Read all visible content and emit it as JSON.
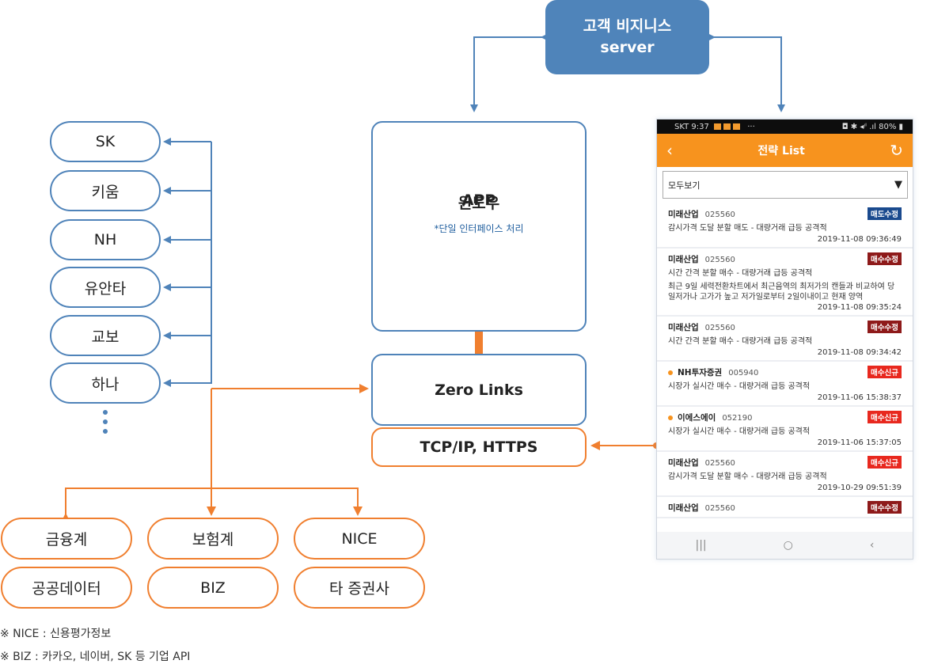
{
  "colors": {
    "blue": "#4f83b9",
    "orange": "#f07f2f",
    "server_fill": "#4f84ba",
    "phone_header": "#f7931e",
    "badge_sell_modify": "#1a4a8e",
    "badge_buy_modify": "#8e1a1a",
    "badge_buy_new": "#e8281e"
  },
  "server": {
    "line1": "고객 비지니스",
    "line2": "server"
  },
  "app": {
    "line1": "윈도우",
    "line2": "APP",
    "note": "*단일 인터페이스 처리"
  },
  "zero_links": {
    "label": "Zero Links"
  },
  "tcp": {
    "label": "TCP/IP, HTTPS"
  },
  "brokers": [
    "SK",
    "키움",
    "NH",
    "유안타",
    "교보",
    "하나"
  ],
  "more_indicator": "⋮",
  "data_sources": {
    "row1": [
      "금융계",
      "보험계",
      "NICE"
    ],
    "row2": [
      "공공데이터",
      "BIZ",
      "타 증권사"
    ]
  },
  "notes": [
    "※ NICE : 신용평가정보",
    "※ BIZ : 카카오, 네이버, SK 등 기업 API"
  ],
  "phone": {
    "status_left": "SKT 9:37",
    "status_more": "···",
    "status_right": "◘ ✱ ◂ᵎᴵ .ıl 80% ▮",
    "back_icon": "‹",
    "title": "전략 List",
    "refresh_icon": "↻",
    "filter_value": "모두보기",
    "filter_caret": "▼",
    "items": [
      {
        "name": "미래산업",
        "code": "025560",
        "badge": "매도수정",
        "badge_type": "sell_modify",
        "dot": false,
        "desc": "감시가격 도달 분할 매도 - 대량거래 급등 공격적",
        "body": "",
        "time": "2019-11-08 09:36:49"
      },
      {
        "name": "미래산업",
        "code": "025560",
        "badge": "매수수정",
        "badge_type": "buy_modify",
        "dot": false,
        "desc": "시간 간격 분할 매수 - 대량거래 급등 공격적",
        "body": "최근 9일 세력전환차트에서 최근음역의 최저가의 캔들과 비교하여 당일저가나 고가가 높고 저가일로부터 2일이내이고 현재 양역",
        "time": "2019-11-08 09:35:24"
      },
      {
        "name": "미래산업",
        "code": "025560",
        "badge": "매수수정",
        "badge_type": "buy_modify",
        "dot": false,
        "desc": "시간 간격 분할 매수 - 대량거래 급등 공격적",
        "body": "",
        "time": "2019-11-08 09:34:42"
      },
      {
        "name": "NH투자증권",
        "code": "005940",
        "badge": "매수신규",
        "badge_type": "buy_new",
        "dot": true,
        "desc": "시장가 실시간 매수 - 대량거래 급등 공격적",
        "body": "",
        "time": "2019-11-06 15:38:37"
      },
      {
        "name": "이에스에이",
        "code": "052190",
        "badge": "매수신규",
        "badge_type": "buy_new",
        "dot": true,
        "desc": "시장가 실시간 매수 - 대량거래 급등 공격적",
        "body": "",
        "time": "2019-11-06 15:37:05"
      },
      {
        "name": "미래산업",
        "code": "025560",
        "badge": "매수신규",
        "badge_type": "buy_new",
        "dot": false,
        "desc": "감시가격 도달 분할 매수 - 대량거래 급등 공격적",
        "body": "",
        "time": "2019-10-29 09:51:39"
      },
      {
        "name": "미래산업",
        "code": "025560",
        "badge": "매수수정",
        "badge_type": "buy_modify",
        "dot": false,
        "desc": "",
        "body": "",
        "time": ""
      }
    ],
    "nav": {
      "recent": "|||",
      "home": "○",
      "back": "‹"
    }
  }
}
